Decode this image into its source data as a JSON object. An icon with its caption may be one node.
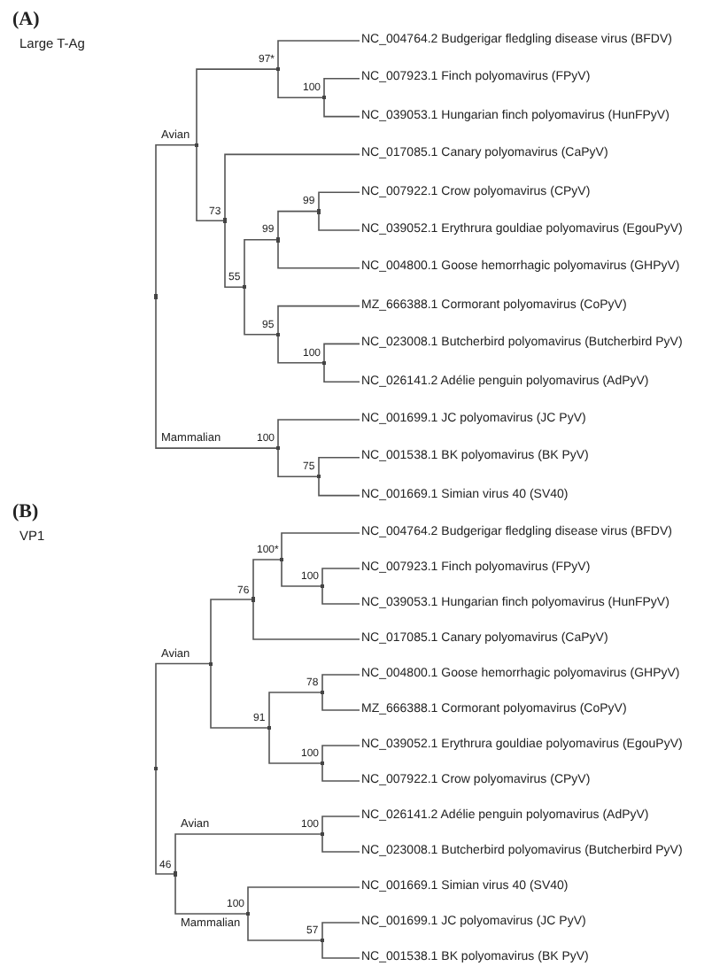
{
  "diagram": {
    "nodes": [
      {
        "text": [],
        "shape": "point"
      },
      {
        "text": [],
        "shape": "point"
      },
      {
        "text": [],
        "shape": "point",
        "beside": [
          "97*"
        ]
      },
      {
        "text": [
          "NC_004764.2 Budgerigar fledgling disease virus (BFDV)"
        ]
      },
      {
        "text": [],
        "shape": "point",
        "beside": [
          "100"
        ]
      },
      {
        "text": [
          "NC_007923.1 Finch polyomavirus (FPyV)"
        ]
      },
      {
        "text": [
          "NC_039053.1 Hungarian finch polyomavirus (HunFPyV)"
        ]
      },
      {
        "text": [],
        "shape": "point",
        "beside": [
          "73"
        ]
      },
      {
        "text": [
          "NC_017085.1 Canary polyomavirus (CaPyV)"
        ]
      },
      {
        "text": [],
        "shape": "point",
        "beside": [
          "55"
        ]
      },
      {
        "text": [],
        "shape": "point",
        "beside": [
          "99"
        ]
      },
      {
        "text": [],
        "shape": "point",
        "beside": [
          "99"
        ]
      },
      {
        "text": [
          "NC_007922.1 Crow polyomavirus (CPyV)"
        ]
      },
      {
        "text": [
          "NC_039052.1 Erythrura gouldiae polyomavirus (EgouPyV)"
        ]
      },
      {
        "text": [
          "NC_004800.1 Goose hemorrhagic polyomavirus (GHPyV)"
        ]
      },
      {
        "text": [],
        "shape": "point",
        "beside": [
          "95"
        ]
      },
      {
        "text": [
          "MZ_666388.1 Cormorant polyomavirus (CoPyV)"
        ]
      },
      {
        "text": [],
        "shape": "point",
        "beside": [
          "100"
        ]
      },
      {
        "text": [
          "NC_023008.1 Butcherbird polyomavirus (Butcherbird PyV)"
        ]
      },
      {
        "text": [
          "NC_026141.2 Adélie penguin polyomavirus (AdPyV)"
        ]
      },
      {
        "text": [],
        "shape": "point",
        "beside": [
          "100"
        ]
      },
      {
        "text": [
          "NC_001699.1 JC polyomavirus (JC PyV)"
        ]
      },
      {
        "text": [],
        "shape": "point",
        "beside": [
          "75"
        ]
      },
      {
        "text": [
          "NC_001538.1 BK polyomavirus (BK PyV)"
        ]
      },
      {
        "text": [
          "NC_001669.1 Simian virus 40 (SV40)"
        ]
      },
      {
        "text": [],
        "shape": "point"
      },
      {
        "text": [],
        "shape": "point"
      },
      {
        "text": [],
        "shape": "point",
        "beside": [
          "76"
        ]
      },
      {
        "text": [],
        "shape": "point",
        "beside": [
          "100*"
        ]
      },
      {
        "text": [
          "NC_004764.2 Budgerigar fledgling disease virus (BFDV)"
        ]
      },
      {
        "text": [],
        "shape": "point",
        "beside": [
          "100"
        ]
      },
      {
        "text": [
          "NC_007923.1 Finch polyomavirus (FPyV)"
        ]
      },
      {
        "text": [
          "NC_039053.1 Hungarian finch polyomavirus (HunFPyV)"
        ]
      },
      {
        "text": [
          "NC_017085.1 Canary polyomavirus (CaPyV)"
        ]
      },
      {
        "text": [],
        "shape": "point",
        "beside": [
          "91"
        ]
      },
      {
        "text": [],
        "shape": "point",
        "beside": [
          "78"
        ]
      },
      {
        "text": [
          "NC_004800.1 Goose hemorrhagic polyomavirus (GHPyV)"
        ]
      },
      {
        "text": [
          "MZ_666388.1 Cormorant polyomavirus (CoPyV)"
        ]
      },
      {
        "text": [],
        "shape": "point",
        "beside": [
          "100"
        ]
      },
      {
        "text": [
          "NC_039052.1 Erythrura gouldiae polyomavirus (EgouPyV)"
        ]
      },
      {
        "text": [
          "NC_007922.1 Crow polyomavirus (CPyV)"
        ]
      },
      {
        "text": [],
        "shape": "point",
        "beside": [
          "46"
        ]
      },
      {
        "text": [],
        "shape": "point",
        "beside": [
          "100"
        ]
      },
      {
        "text": [
          "NC_026141.2 Adélie penguin polyomavirus (AdPyV)"
        ]
      },
      {
        "text": [
          "NC_023008.1 Butcherbird polyomavirus (Butcherbird PyV)"
        ]
      },
      {
        "text": [],
        "shape": "point",
        "beside": [
          "100"
        ]
      },
      {
        "text": [
          "NC_001669.1 Simian virus 40 (SV40)"
        ]
      },
      {
        "text": [],
        "shape": "point",
        "beside": [
          "57"
        ]
      },
      {
        "text": [
          "NC_001699.1 JC polyomavirus (JC PyV)"
        ]
      },
      {
        "text": [
          "NC_001538.1 BK polyomavirus (BK PyV)"
        ]
      }
    ],
    "edges": [
      {
        "from": 0,
        "to": 1,
        "arrow": "none",
        "label": "Avian"
      },
      {
        "from": 1,
        "to": 2,
        "arrow": "none"
      },
      {
        "from": 2,
        "to": 3,
        "arrow": "none"
      },
      {
        "from": 2,
        "to": 4,
        "arrow": "none"
      },
      {
        "from": 4,
        "to": 5,
        "arrow": "none"
      },
      {
        "from": 4,
        "to": 6,
        "arrow": "none"
      },
      {
        "from": 1,
        "to": 7,
        "arrow": "none"
      },
      {
        "from": 7,
        "to": 8,
        "arrow": "none"
      },
      {
        "from": 7,
        "to": 9,
        "arrow": "none"
      },
      {
        "from": 9,
        "to": 10,
        "arrow": "none"
      },
      {
        "from": 10,
        "to": 11,
        "arrow": "none"
      },
      {
        "from": 11,
        "to": 12,
        "arrow": "none"
      },
      {
        "from": 11,
        "to": 13,
        "arrow": "none"
      },
      {
        "from": 10,
        "to": 14,
        "arrow": "none"
      },
      {
        "from": 9,
        "to": 15,
        "arrow": "none"
      },
      {
        "from": 15,
        "to": 16,
        "arrow": "none"
      },
      {
        "from": 15,
        "to": 17,
        "arrow": "none"
      },
      {
        "from": 17,
        "to": 18,
        "arrow": "none"
      },
      {
        "from": 17,
        "to": 19,
        "arrow": "none"
      },
      {
        "from": 0,
        "to": 20,
        "arrow": "none",
        "label": "Mammalian"
      },
      {
        "from": 20,
        "to": 21,
        "arrow": "none"
      },
      {
        "from": 20,
        "to": 22,
        "arrow": "none"
      },
      {
        "from": 22,
        "to": 23,
        "arrow": "none"
      },
      {
        "from": 22,
        "to": 24,
        "arrow": "none"
      },
      {
        "from": 25,
        "to": 26,
        "arrow": "none",
        "label": "Avian"
      },
      {
        "from": 26,
        "to": 27,
        "arrow": "none"
      },
      {
        "from": 27,
        "to": 28,
        "arrow": "none"
      },
      {
        "from": 28,
        "to": 29,
        "arrow": "none"
      },
      {
        "from": 28,
        "to": 30,
        "arrow": "none"
      },
      {
        "from": 30,
        "to": 31,
        "arrow": "none"
      },
      {
        "from": 30,
        "to": 32,
        "arrow": "none"
      },
      {
        "from": 27,
        "to": 33,
        "arrow": "none"
      },
      {
        "from": 26,
        "to": 34,
        "arrow": "none"
      },
      {
        "from": 34,
        "to": 35,
        "arrow": "none"
      },
      {
        "from": 35,
        "to": 36,
        "arrow": "none"
      },
      {
        "from": 35,
        "to": 37,
        "arrow": "none"
      },
      {
        "from": 34,
        "to": 38,
        "arrow": "none"
      },
      {
        "from": 38,
        "to": 39,
        "arrow": "none"
      },
      {
        "from": 38,
        "to": 40,
        "arrow": "none"
      },
      {
        "from": 25,
        "to": 41,
        "arrow": "none"
      },
      {
        "from": 41,
        "to": 42,
        "arrow": "none",
        "label": "Avian"
      },
      {
        "from": 42,
        "to": 43,
        "arrow": "none"
      },
      {
        "from": 42,
        "to": 44,
        "arrow": "none"
      },
      {
        "from": 41,
        "to": 45,
        "arrow": "none",
        "label": "Mammalian"
      },
      {
        "from": 45,
        "to": 46,
        "arrow": "none"
      },
      {
        "from": 45,
        "to": 47,
        "arrow": "none"
      },
      {
        "from": 47,
        "to": 48,
        "arrow": "none"
      },
      {
        "from": 47,
        "to": 49,
        "arrow": "none"
      }
    ],
    "labels": [
      "(A)",
      "Large T-Ag",
      "(B)",
      "VP1"
    ]
  }
}
